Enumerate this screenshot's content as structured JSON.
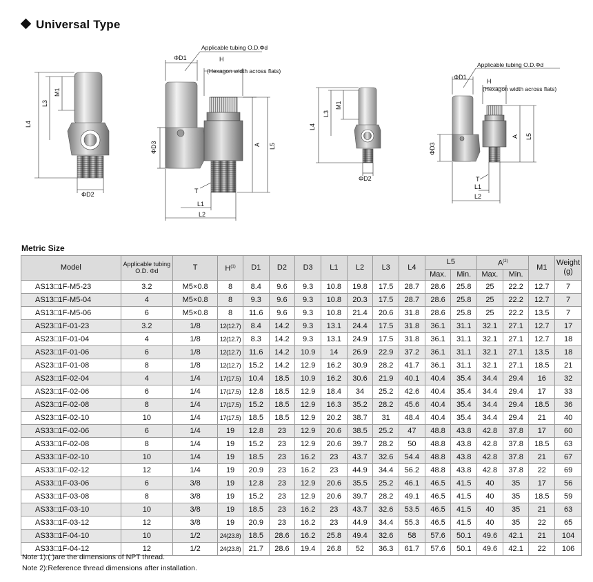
{
  "title": "Universal Type",
  "drawings": {
    "labels": {
      "phi_d1": "ΦD1",
      "phi_d2": "ΦD2",
      "phi_d3": "ΦD3",
      "h": "H",
      "hex": "(Hexagon width across flats)",
      "tubing": "Applicable tubing O.D.Φd",
      "l1": "L1",
      "l2": "L2",
      "l3": "L3",
      "l4": "L4",
      "l5": "L5",
      "m1": "M1",
      "a": "A",
      "t": "T"
    }
  },
  "section_title": "Metric Size",
  "table": {
    "headers": {
      "model": "Model",
      "tubing": "Applicable tubing O.D. Φd",
      "t": "T",
      "h": "H",
      "h_note": "(1)",
      "d1": "D1",
      "d2": "D2",
      "d3": "D3",
      "l1": "L1",
      "l2": "L2",
      "l3": "L3",
      "l4": "L4",
      "l5": "L5",
      "a": "A",
      "a_note": "(2)",
      "max": "Max.",
      "min": "Min.",
      "m1": "M1",
      "weight": "Weight (g)"
    },
    "rows": [
      [
        "AS13□1F-M5-23",
        "3.2",
        "M5×0.8",
        "8",
        "8.4",
        "9.6",
        "9.3",
        "10.8",
        "19.8",
        "17.5",
        "28.7",
        "28.6",
        "25.8",
        "25",
        "22.2",
        "12.7",
        "7"
      ],
      [
        "AS13□1F-M5-04",
        "4",
        "M5×0.8",
        "8",
        "9.3",
        "9.6",
        "9.3",
        "10.8",
        "20.3",
        "17.5",
        "28.7",
        "28.6",
        "25.8",
        "25",
        "22.2",
        "12.7",
        "7"
      ],
      [
        "AS13□1F-M5-06",
        "6",
        "M5×0.8",
        "8",
        "11.6",
        "9.6",
        "9.3",
        "10.8",
        "21.4",
        "20.6",
        "31.8",
        "28.6",
        "25.8",
        "25",
        "22.2",
        "13.5",
        "7"
      ],
      [
        "AS23□1F-01-23",
        "3.2",
        "1/8",
        "12(12.7)",
        "8.4",
        "14.2",
        "9.3",
        "13.1",
        "24.4",
        "17.5",
        "31.8",
        "36.1",
        "31.1",
        "32.1",
        "27.1",
        "12.7",
        "17"
      ],
      [
        "AS23□1F-01-04",
        "4",
        "1/8",
        "12(12.7)",
        "8.3",
        "14.2",
        "9.3",
        "13.1",
        "24.9",
        "17.5",
        "31.8",
        "36.1",
        "31.1",
        "32.1",
        "27.1",
        "12.7",
        "18"
      ],
      [
        "AS23□1F-01-06",
        "6",
        "1/8",
        "12(12.7)",
        "11.6",
        "14.2",
        "10.9",
        "14",
        "26.9",
        "22.9",
        "37.2",
        "36.1",
        "31.1",
        "32.1",
        "27.1",
        "13.5",
        "18"
      ],
      [
        "AS23□1F-01-08",
        "8",
        "1/8",
        "12(12.7)",
        "15.2",
        "14.2",
        "12.9",
        "16.2",
        "30.9",
        "28.2",
        "41.7",
        "36.1",
        "31.1",
        "32.1",
        "27.1",
        "18.5",
        "21"
      ],
      [
        "AS23□1F-02-04",
        "4",
        "1/4",
        "17(17.5)",
        "10.4",
        "18.5",
        "10.9",
        "16.2",
        "30.6",
        "21.9",
        "40.1",
        "40.4",
        "35.4",
        "34.4",
        "29.4",
        "16",
        "32"
      ],
      [
        "AS23□1F-02-06",
        "6",
        "1/4",
        "17(17.5)",
        "12.8",
        "18.5",
        "12.9",
        "18.4",
        "34",
        "25.2",
        "42.6",
        "40.4",
        "35.4",
        "34.4",
        "29.4",
        "17",
        "33"
      ],
      [
        "AS23□1F-02-08",
        "8",
        "1/4",
        "17(17.5)",
        "15.2",
        "18.5",
        "12.9",
        "16.3",
        "35.2",
        "28.2",
        "45.6",
        "40.4",
        "35.4",
        "34.4",
        "29.4",
        "18.5",
        "36"
      ],
      [
        "AS23□1F-02-10",
        "10",
        "1/4",
        "17(17.5)",
        "18.5",
        "18.5",
        "12.9",
        "20.2",
        "38.7",
        "31",
        "48.4",
        "40.4",
        "35.4",
        "34.4",
        "29.4",
        "21",
        "40"
      ],
      [
        "AS33□1F-02-06",
        "6",
        "1/4",
        "19",
        "12.8",
        "23",
        "12.9",
        "20.6",
        "38.5",
        "25.2",
        "47",
        "48.8",
        "43.8",
        "42.8",
        "37.8",
        "17",
        "60"
      ],
      [
        "AS33□1F-02-08",
        "8",
        "1/4",
        "19",
        "15.2",
        "23",
        "12.9",
        "20.6",
        "39.7",
        "28.2",
        "50",
        "48.8",
        "43.8",
        "42.8",
        "37.8",
        "18.5",
        "63"
      ],
      [
        "AS33□1F-02-10",
        "10",
        "1/4",
        "19",
        "18.5",
        "23",
        "16.2",
        "23",
        "43.7",
        "32.6",
        "54.4",
        "48.8",
        "43.8",
        "42.8",
        "37.8",
        "21",
        "67"
      ],
      [
        "AS33□1F-02-12",
        "12",
        "1/4",
        "19",
        "20.9",
        "23",
        "16.2",
        "23",
        "44.9",
        "34.4",
        "56.2",
        "48.8",
        "43.8",
        "42.8",
        "37.8",
        "22",
        "69"
      ],
      [
        "AS33□1F-03-06",
        "6",
        "3/8",
        "19",
        "12.8",
        "23",
        "12.9",
        "20.6",
        "35.5",
        "25.2",
        "46.1",
        "46.5",
        "41.5",
        "40",
        "35",
        "17",
        "56"
      ],
      [
        "AS33□1F-03-08",
        "8",
        "3/8",
        "19",
        "15.2",
        "23",
        "12.9",
        "20.6",
        "39.7",
        "28.2",
        "49.1",
        "46.5",
        "41.5",
        "40",
        "35",
        "18.5",
        "59"
      ],
      [
        "AS33□1F-03-10",
        "10",
        "3/8",
        "19",
        "18.5",
        "23",
        "16.2",
        "23",
        "43.7",
        "32.6",
        "53.5",
        "46.5",
        "41.5",
        "40",
        "35",
        "21",
        "63"
      ],
      [
        "AS33□1F-03-12",
        "12",
        "3/8",
        "19",
        "20.9",
        "23",
        "16.2",
        "23",
        "44.9",
        "34.4",
        "55.3",
        "46.5",
        "41.5",
        "40",
        "35",
        "22",
        "65"
      ],
      [
        "AS33□1F-04-10",
        "10",
        "1/2",
        "24(23.8)",
        "18.5",
        "28.6",
        "16.2",
        "25.8",
        "49.4",
        "32.6",
        "58",
        "57.6",
        "50.1",
        "49.6",
        "42.1",
        "21",
        "104"
      ],
      [
        "AS33□1F-04-12",
        "12",
        "1/2",
        "24(23.8)",
        "21.7",
        "28.6",
        "19.4",
        "26.8",
        "52",
        "36.3",
        "61.7",
        "57.6",
        "50.1",
        "49.6",
        "42.1",
        "22",
        "106"
      ]
    ]
  },
  "notes": [
    "Note 1):(  )are the dimensions of NPT thread.",
    "Note 2):Reference thread dimensions after installation."
  ]
}
